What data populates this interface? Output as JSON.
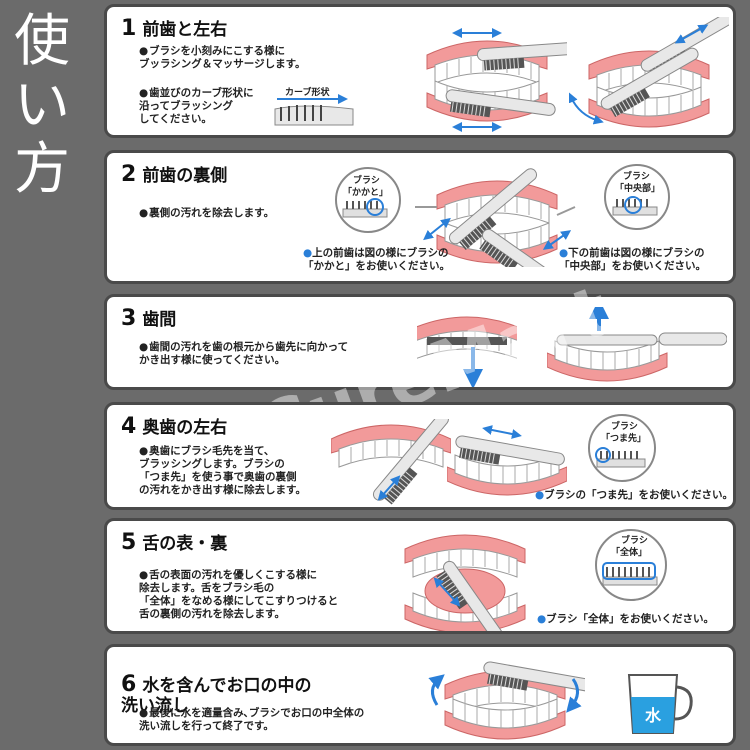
{
  "side_title": [
    "使",
    "い",
    "方"
  ],
  "colors": {
    "background": "#6b6b6b",
    "gum": "#f29a9a",
    "arrow": "#2a7fd8"
  },
  "steps": [
    {
      "num": "1",
      "title": "前歯と左右",
      "bullets": [
        "ブラシを小刻みにこする様に\nブッラシング＆マッサージします。",
        "歯並びのカーブ形状に\n沿ってブラッシング\nしてください。"
      ],
      "callout": "カーブ形状"
    },
    {
      "num": "2",
      "title": "前歯の裏側",
      "bullets": [
        "裏側の汚れを除去します。"
      ],
      "notes": [
        "上の前歯は図の様にブラシの\n「かかと」をお使いください。",
        "下の前歯は図の様にブラシの\n「中央部」をお使いください。"
      ],
      "circle_labels": [
        "ブラシ",
        "「かかと」",
        "ブラシ",
        "「中央部」"
      ]
    },
    {
      "num": "3",
      "title": "歯間",
      "bullets": [
        "歯間の汚れを歯の根元から歯先に向かって\nかき出す様に使ってください。"
      ]
    },
    {
      "num": "4",
      "title": "奥歯の左右",
      "bullets": [
        "奥歯にブラシ毛先を当て、\nブラッシングします。ブラシの\n「つま先」を使う事で奥歯の裏側\nの汚れをかき出す様に除去します。"
      ],
      "notes": [
        "ブラシの「つま先」をお使いください。"
      ],
      "circle_labels": [
        "ブラシ",
        "「つま先」"
      ]
    },
    {
      "num": "5",
      "title": "舌の表・裏",
      "bullets": [
        "舌の表面の汚れを優しくこする様に\n除去します。舌をブラシ毛の\n「全体」をなめる様にしてこすりつけると\n舌の裏側の汚れを除去します。"
      ],
      "notes": [
        "ブラシ「全体」をお使いください。"
      ],
      "circle_labels": [
        "ブラシ",
        "「全体」"
      ]
    },
    {
      "num": "6",
      "title": "水を含んでお口の中の\n洗い流し",
      "bullets": [
        "最後に水を適量含み､ブラシでお口の中全体の\n洗い流しを行って終了です。"
      ],
      "cup_label": "水"
    }
  ],
  "watermark": "CureMart"
}
